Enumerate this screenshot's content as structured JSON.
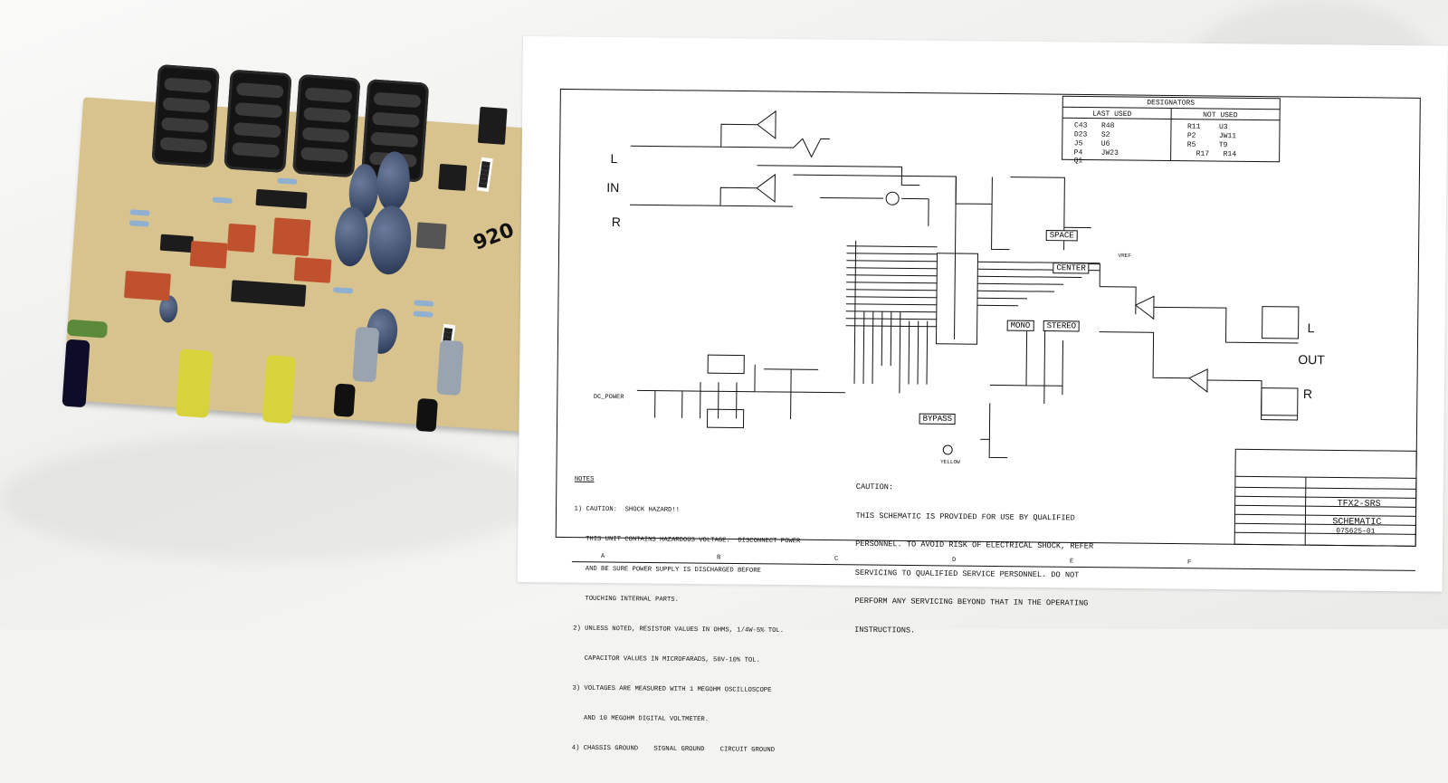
{
  "schematic": {
    "labels": {
      "in": "IN",
      "out": "OUT",
      "left_in": "L",
      "right_in": "R",
      "left_out": "L",
      "right_out": "R",
      "space": "SPACE",
      "center": "CENTER",
      "mono": "MONO",
      "stereo": "STEREO",
      "bypass": "BYPASS",
      "dc_power": "DC_POWER",
      "yellow": "YELLOW",
      "vref": "VREF"
    },
    "designators": {
      "title": "DESIGNATORS",
      "last_used_header": "LAST USED",
      "not_used_header": "NOT USED",
      "last_used": [
        "C43",
        "R48",
        "D23",
        "S2",
        "J5",
        "U6",
        "P4",
        "JW23",
        "Q1"
      ],
      "not_used": [
        "R11",
        "U3",
        "P2",
        "JW11",
        "R5",
        "T9",
        "R17",
        "R14"
      ]
    },
    "notes": {
      "heading": "NOTES",
      "lines": [
        "1) CAUTION:  SHOCK HAZARD!!",
        "   THIS UNIT CONTAINS HAZARDOUS VOLTAGE.  DISCONNECT POWER",
        "   AND BE SURE POWER SUPPLY IS DISCHARGED BEFORE",
        "   TOUCHING INTERNAL PARTS.",
        "2) UNLESS NOTED, RESISTOR VALUES IN OHMS, 1/4W-5% TOL.",
        "   CAPACITOR VALUES IN MICROFARADS, 50V-10% TOL.",
        "3) VOLTAGES ARE MEASURED WITH 1 MEGOHM OSCILLOSCOPE",
        "   AND 10 MEGOHM DIGITAL VOLTMETER.",
        "4) CHASSIS GROUND    SIGNAL GROUND    CIRCUIT GROUND"
      ]
    },
    "caution": {
      "heading": "CAUTION:",
      "lines": [
        "THIS SCHEMATIC IS PROVIDED FOR USE BY QUALIFIED",
        "PERSONNEL. TO AVOID RISK OF ELECTRICAL SHOCK, REFER",
        "SERVICING TO QUALIFIED SERVICE PERSONNEL. DO NOT",
        "PERFORM ANY SERVICING BEYOND THAT IN THE OPERATING",
        "INSTRUCTIONS."
      ]
    },
    "title_block": {
      "project": "TFX2-SRS",
      "drawing": "SCHEMATIC",
      "number": "07S625-01"
    },
    "border_letters": [
      "A",
      "B",
      "C",
      "D",
      "E",
      "F"
    ]
  },
  "pcb": {
    "handwriting": "920"
  }
}
